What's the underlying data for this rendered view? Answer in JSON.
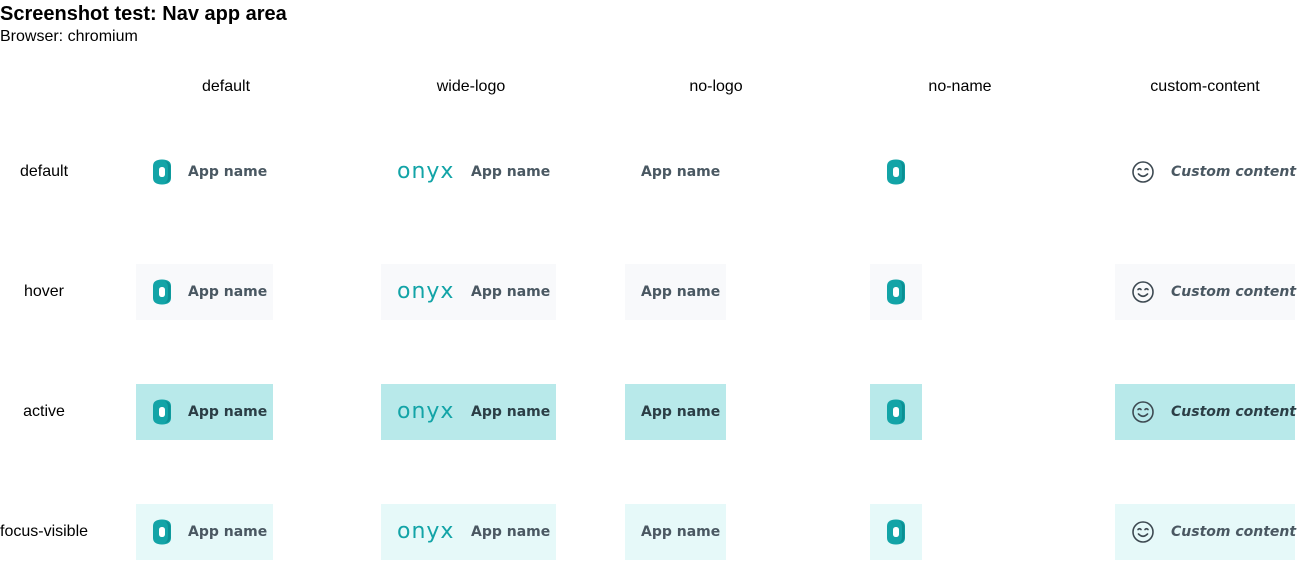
{
  "page": {
    "title": "Screenshot test: Nav app area",
    "browser": "Browser: chromium"
  },
  "columns": [
    "default",
    "wide-logo",
    "no-logo",
    "no-name",
    "custom-content"
  ],
  "rows": [
    "default",
    "hover",
    "active",
    "focus-visible"
  ],
  "cells": {
    "app_name": "App name",
    "custom_content": "Custom content",
    "wide_logo_text": "onyx",
    "logo_icon": "onyx-o-logo-icon",
    "custom_icon": "emoji-happy-icon"
  },
  "colors": {
    "brand": "#13a4a7",
    "brand_dark": "#0b8f93",
    "text": "#4a5862",
    "hover_bg": "#f8f9fb",
    "active_bg": "#b8e9ea",
    "focus_bg": "#e6f9f9"
  }
}
